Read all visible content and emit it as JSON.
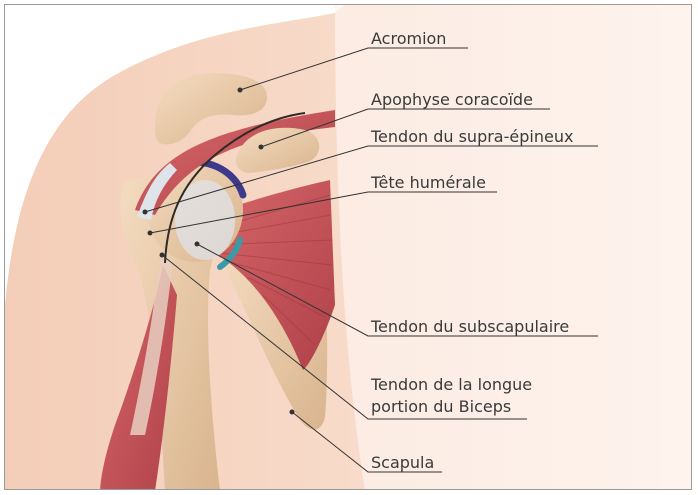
{
  "labels": {
    "acromion": "Acromion",
    "coracoid": "Apophyse coracoïde",
    "supraspinatus": "Tendon du supra-épineux",
    "humeral_head": "Tête humérale",
    "subscapularis": "Tendon du subscapulaire",
    "biceps_line1": "Tendon de la longue",
    "biceps_line2": "portion du Biceps",
    "scapula": "Scapula"
  },
  "colors": {
    "skin_light": "#fbeee4",
    "skin": "#f5d7c4",
    "bone": "#ecd0b0",
    "bone_shade": "#d8b48e",
    "muscle": "#c9555a",
    "muscle_dark": "#a8383f",
    "tendon": "#dfe3ea",
    "cartilage": "#3d3a8c",
    "leader_line": "#333333"
  }
}
